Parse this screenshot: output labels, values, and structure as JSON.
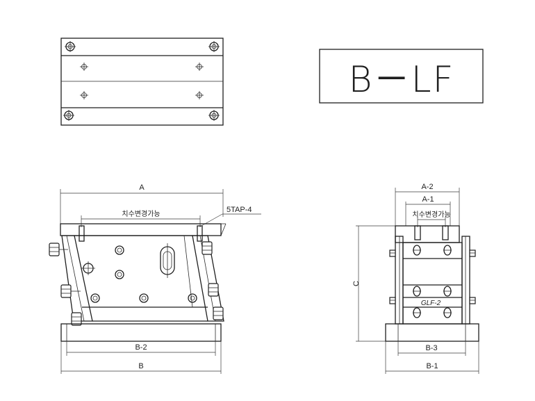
{
  "title_block": {
    "model": "B－LF"
  },
  "front_view": {
    "dim_a": "A",
    "dim_b": "B",
    "dim_b2": "B-2",
    "note_adjustable": "치수변경가능",
    "note_tap": "5TAP-4"
  },
  "side_view": {
    "dim_a2": "A-2",
    "dim_a1": "A-1",
    "dim_b1": "B-1",
    "dim_b3": "B-3",
    "dim_c": "C",
    "note_adjustable": "치수변경가능",
    "guide_label": "GLF-2"
  },
  "colors": {
    "line": "#1e1e1e",
    "paper": "#ffffff"
  }
}
